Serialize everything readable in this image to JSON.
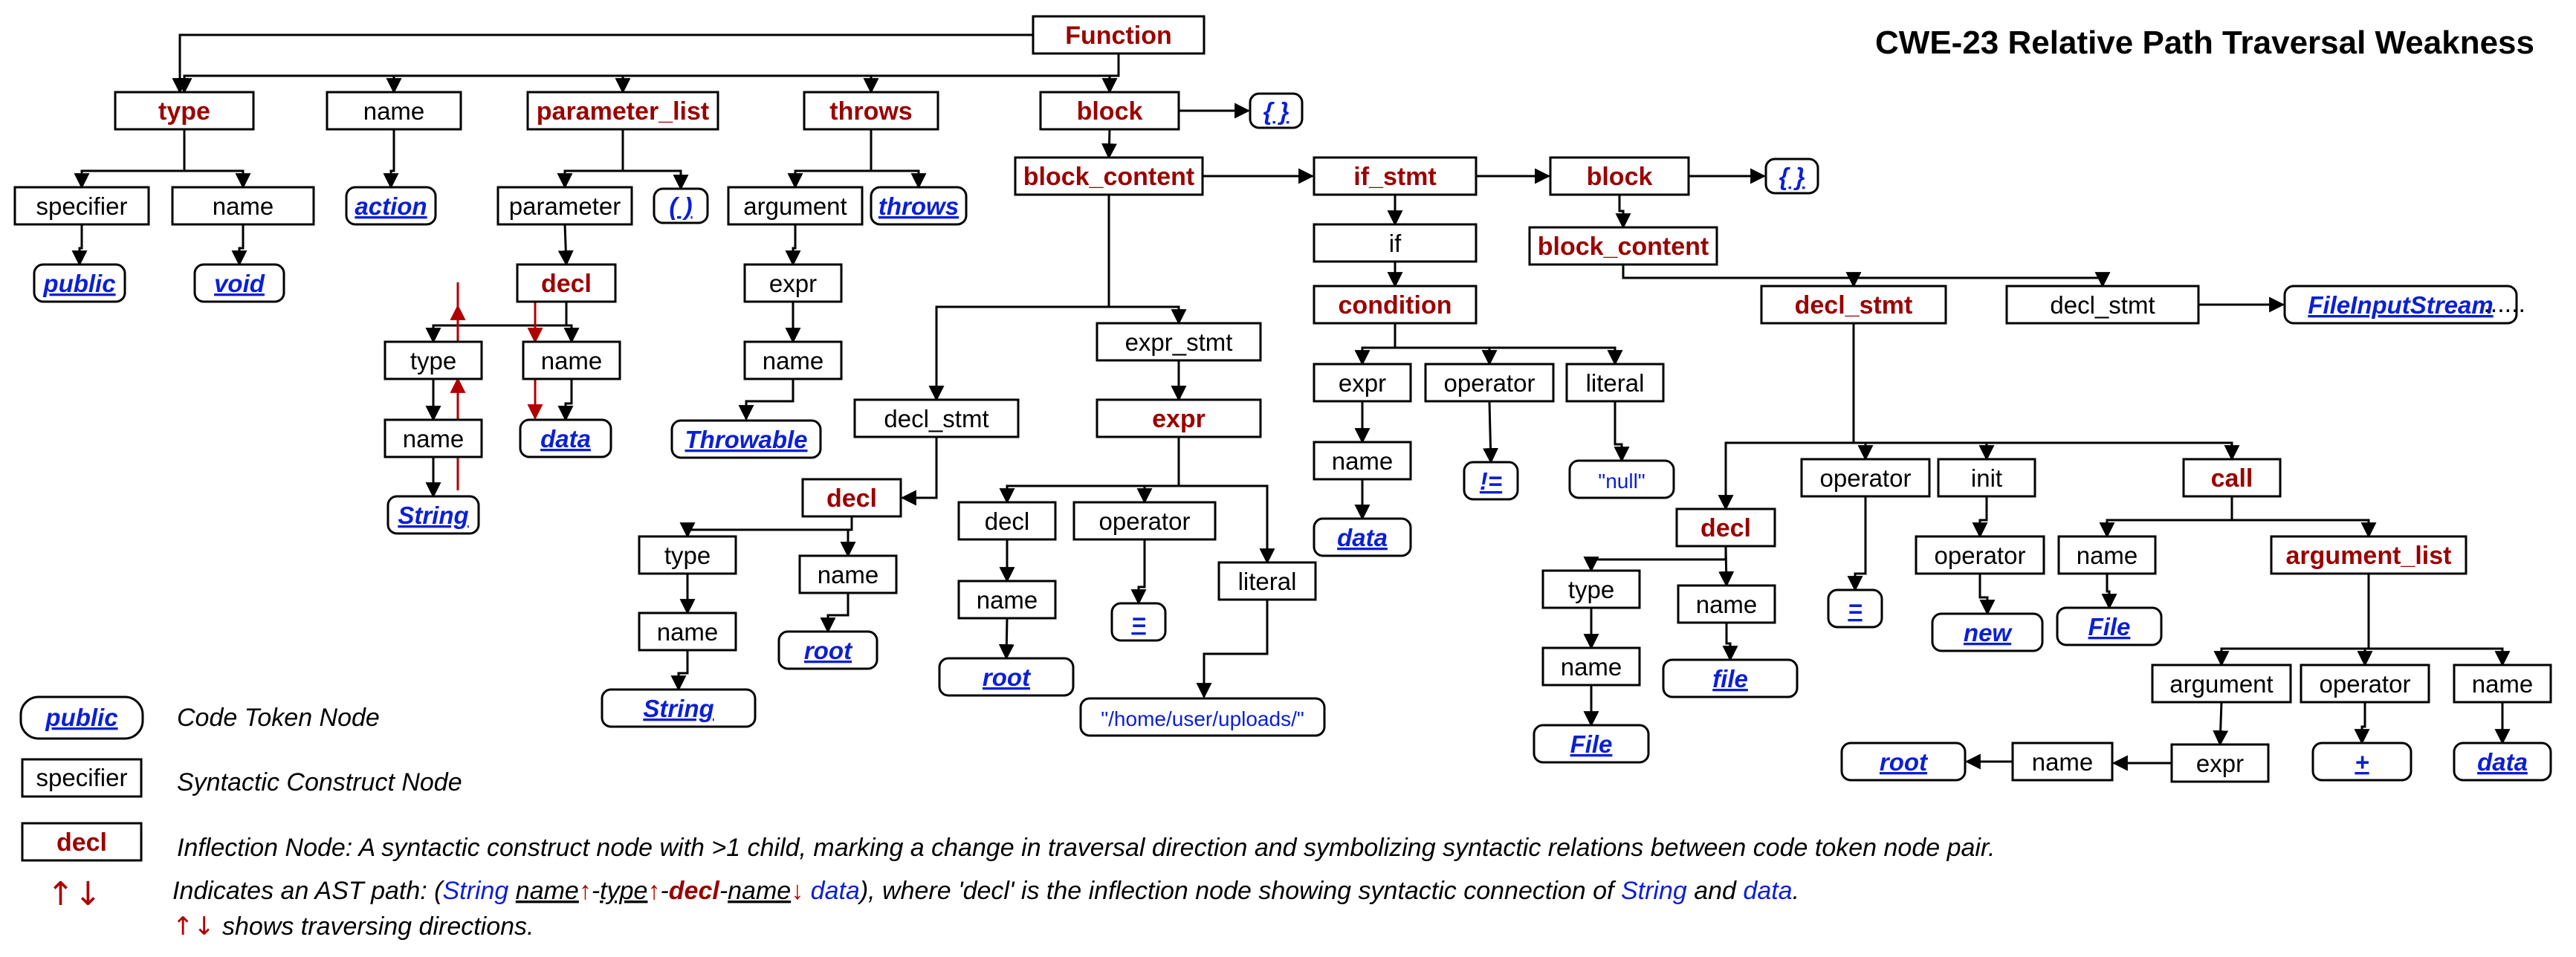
{
  "title": "CWE-23 Relative Path Traversal Weakness",
  "continuation": "......",
  "colors": {
    "inflection": "#9b0000",
    "token": "#0b1fd6",
    "edge": "#000000",
    "path_arrow": "#b00000"
  },
  "nodes": {
    "n_function": {
      "label": "Function",
      "kind": "inflection"
    },
    "n_type": {
      "label": "type",
      "kind": "inflection"
    },
    "n_name_top": {
      "label": "name",
      "kind": "syntactic"
    },
    "n_param_list": {
      "label": "parameter_list",
      "kind": "inflection"
    },
    "n_throws": {
      "label": "throws",
      "kind": "inflection"
    },
    "n_block": {
      "label": "block",
      "kind": "inflection"
    },
    "n_brace1": {
      "label": "{ }",
      "kind": "token"
    },
    "n_specifier": {
      "label": "specifier",
      "kind": "syntactic"
    },
    "n_name_ret": {
      "label": "name",
      "kind": "syntactic"
    },
    "n_action": {
      "label": "action",
      "kind": "token"
    },
    "n_parameter": {
      "label": "parameter",
      "kind": "syntactic"
    },
    "n_paren": {
      "label": "( )",
      "kind": "token"
    },
    "n_argument": {
      "label": "argument",
      "kind": "syntactic"
    },
    "n_throws_tok": {
      "label": "throws",
      "kind": "token"
    },
    "n_block_content": {
      "label": "block_content",
      "kind": "inflection"
    },
    "n_if_stmt": {
      "label": "if_stmt",
      "kind": "inflection"
    },
    "n_block2": {
      "label": "block",
      "kind": "inflection"
    },
    "n_brace2": {
      "label": "{ }",
      "kind": "token"
    },
    "n_public": {
      "label": "public",
      "kind": "token"
    },
    "n_void": {
      "label": "void",
      "kind": "token"
    },
    "n_decl_p": {
      "label": "decl",
      "kind": "inflection"
    },
    "n_type_p": {
      "label": "type",
      "kind": "syntactic"
    },
    "n_name_p": {
      "label": "name",
      "kind": "syntactic"
    },
    "n_name_pt": {
      "label": "name",
      "kind": "syntactic"
    },
    "n_String_p": {
      "label": "String",
      "kind": "token"
    },
    "n_data_p": {
      "label": "data",
      "kind": "token"
    },
    "n_expr_t": {
      "label": "expr",
      "kind": "syntactic"
    },
    "n_name_t": {
      "label": "name",
      "kind": "syntactic"
    },
    "n_Throwable": {
      "label": "Throwable",
      "kind": "token"
    },
    "n_if": {
      "label": "if",
      "kind": "syntactic"
    },
    "n_condition": {
      "label": "condition",
      "kind": "inflection"
    },
    "n_expr_c": {
      "label": "expr",
      "kind": "syntactic"
    },
    "n_operator_c": {
      "label": "operator",
      "kind": "syntactic"
    },
    "n_literal_c": {
      "label": "literal",
      "kind": "syntactic"
    },
    "n_name_c": {
      "label": "name",
      "kind": "syntactic"
    },
    "n_data_c": {
      "label": "data",
      "kind": "token"
    },
    "n_neq": {
      "label": "!=",
      "kind": "token"
    },
    "n_null": {
      "label": "\"null\"",
      "kind": "string"
    },
    "n_decl_stmt1": {
      "label": "decl_stmt",
      "kind": "syntactic"
    },
    "n_decl_r": {
      "label": "decl",
      "kind": "inflection"
    },
    "n_type_r": {
      "label": "type",
      "kind": "syntactic"
    },
    "n_name_rt": {
      "label": "name",
      "kind": "syntactic"
    },
    "n_String_r": {
      "label": "String",
      "kind": "token"
    },
    "n_name_r": {
      "label": "name",
      "kind": "syntactic"
    },
    "n_root_r": {
      "label": "root",
      "kind": "token"
    },
    "n_expr_stmt": {
      "label": "expr_stmt",
      "kind": "syntactic"
    },
    "n_expr_e": {
      "label": "expr",
      "kind": "inflection"
    },
    "n_decl_e": {
      "label": "decl",
      "kind": "syntactic"
    },
    "n_name_e": {
      "label": "name",
      "kind": "syntactic"
    },
    "n_root_e": {
      "label": "root",
      "kind": "token"
    },
    "n_operator_e": {
      "label": "operator",
      "kind": "syntactic"
    },
    "n_eq_e": {
      "label": "=",
      "kind": "token"
    },
    "n_literal_e": {
      "label": "literal",
      "kind": "syntactic"
    },
    "n_uploads": {
      "label": "\"/home/user/uploads/\"",
      "kind": "string"
    },
    "n_block_content2": {
      "label": "block_content",
      "kind": "inflection"
    },
    "n_decl_stmt2": {
      "label": "decl_stmt",
      "kind": "inflection"
    },
    "n_decl_stmt3": {
      "label": "decl_stmt",
      "kind": "syntactic"
    },
    "n_FIS": {
      "label": "FileInputStream",
      "kind": "token"
    },
    "n_decl_f": {
      "label": "decl",
      "kind": "inflection"
    },
    "n_type_f": {
      "label": "type",
      "kind": "syntactic"
    },
    "n_name_ft": {
      "label": "name",
      "kind": "syntactic"
    },
    "n_File_f": {
      "label": "File",
      "kind": "token"
    },
    "n_name_f": {
      "label": "name",
      "kind": "syntactic"
    },
    "n_file_tok": {
      "label": "file",
      "kind": "token"
    },
    "n_operator_f": {
      "label": "operator",
      "kind": "syntactic"
    },
    "n_eq_f": {
      "label": "=",
      "kind": "token"
    },
    "n_init": {
      "label": "init",
      "kind": "syntactic"
    },
    "n_operator_i": {
      "label": "operator",
      "kind": "syntactic"
    },
    "n_new": {
      "label": "new",
      "kind": "token"
    },
    "n_call": {
      "label": "call",
      "kind": "inflection"
    },
    "n_name_call": {
      "label": "name",
      "kind": "syntactic"
    },
    "n_File_call": {
      "label": "File",
      "kind": "token"
    },
    "n_arg_list": {
      "label": "argument_list",
      "kind": "inflection"
    },
    "n_argument_a": {
      "label": "argument",
      "kind": "syntactic"
    },
    "n_operator_a": {
      "label": "operator",
      "kind": "syntactic"
    },
    "n_name_a": {
      "label": "name",
      "kind": "syntactic"
    },
    "n_expr_a": {
      "label": "expr",
      "kind": "syntactic"
    },
    "n_name_ae": {
      "label": "name",
      "kind": "syntactic"
    },
    "n_root_a": {
      "label": "root",
      "kind": "token"
    },
    "n_plus": {
      "label": "+",
      "kind": "token"
    },
    "n_data_a": {
      "label": "data",
      "kind": "token"
    }
  },
  "legend": {
    "token_sample": "public",
    "token_desc": "Code Token Node",
    "synt_sample": "specifier",
    "synt_desc": "Syntactic Construct Node",
    "infl_sample": "decl",
    "infl_desc": "Inflection Node: A syntactic construct node with >1 child, marking a change in traversal direction and symbolizing syntactic relations between code token node pair.",
    "path_glyph": "↑↓",
    "path_intro": "Indicates an AST path: (",
    "path_tok1": "String",
    "path_name": "name",
    "path_up1": "↑",
    "path_dash1": "-",
    "path_type": "type",
    "path_up2": "↑",
    "path_dash2": "-",
    "path_decl": "decl",
    "path_dash3": "-",
    "path_name2": "name",
    "path_down": "↓",
    "path_tok2": "data",
    "path_mid": "), where 'decl' is the inflection node showing syntactic connection of",
    "path_and": "and",
    "path_end": ".",
    "dir_glyph": "↑↓",
    "dir_desc": "shows traversing directions."
  }
}
